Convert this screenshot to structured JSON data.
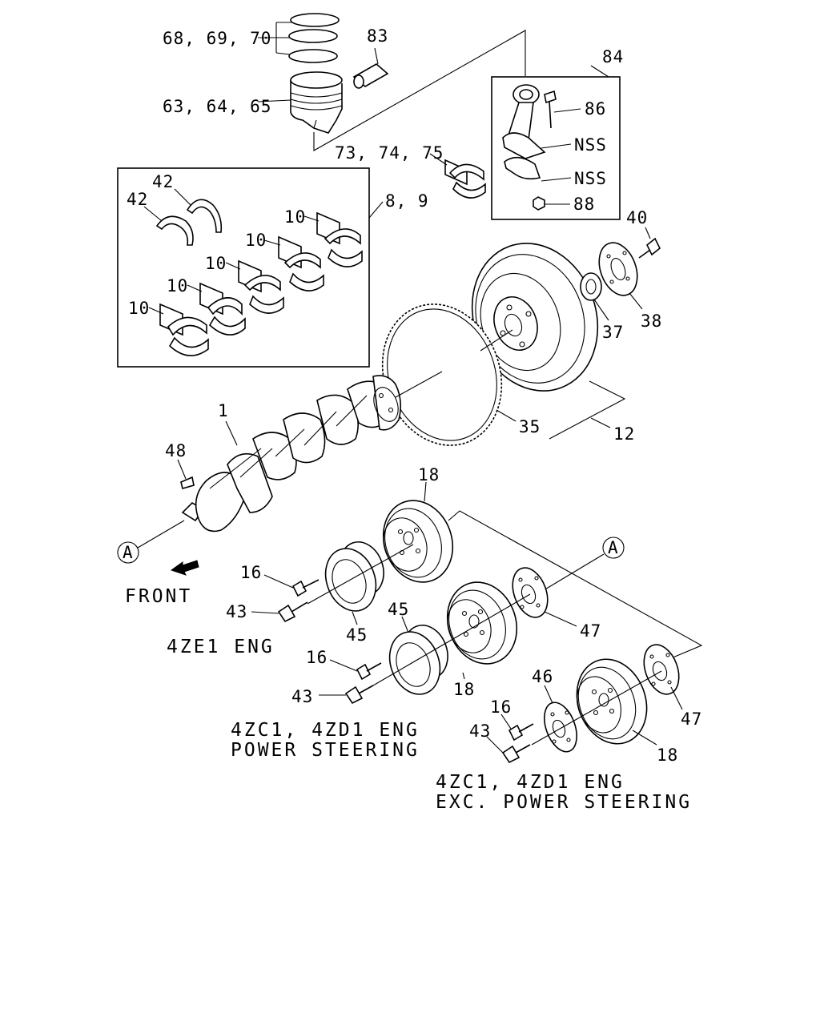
{
  "labels": {
    "rings": "68, 69, 70",
    "pin": "83",
    "piston": "63, 64, 65",
    "conrod_set": "84",
    "bolt": "86",
    "nss_upper": "NSS",
    "nss_lower": "NSS",
    "conrod_bearing": "73, 74, 75",
    "nut": "88",
    "main_bearing_set": "8, 9",
    "thrust_a": "42",
    "thrust_b": "42",
    "bearing_1": "10",
    "bearing_2": "10",
    "bearing_3": "10",
    "bearing_4": "10",
    "bearing_5": "10",
    "flywheel_bolt": "40",
    "pilot_bearing": "37",
    "plate": "38",
    "crankshaft": "1",
    "ring_gear": "35",
    "flywheel": "12",
    "key": "48",
    "pulley_a": "18",
    "callout_a_left": "A",
    "callout_a_right": "A",
    "bolt16_a": "16",
    "bolt43_a": "43",
    "sleeve_a": "45",
    "sleeve_b": "45",
    "pulley_b": "18",
    "washer_b": "47",
    "bolt16_b": "16",
    "bolt43_b": "43",
    "bolt16_c": "16",
    "bolt43_c": "43",
    "washer_c_in": "46",
    "washer_c_out": "47",
    "pulley_c": "18",
    "front": "FRONT"
  },
  "variants": {
    "v1": "4ZE1  ENG",
    "v2_line1": "4ZC1, 4ZD1  ENG",
    "v2_line2": "POWER  STEERING",
    "v3_line1": "4ZC1, 4ZD1  ENG",
    "v3_line2": "EXC. POWER  STEERING"
  }
}
